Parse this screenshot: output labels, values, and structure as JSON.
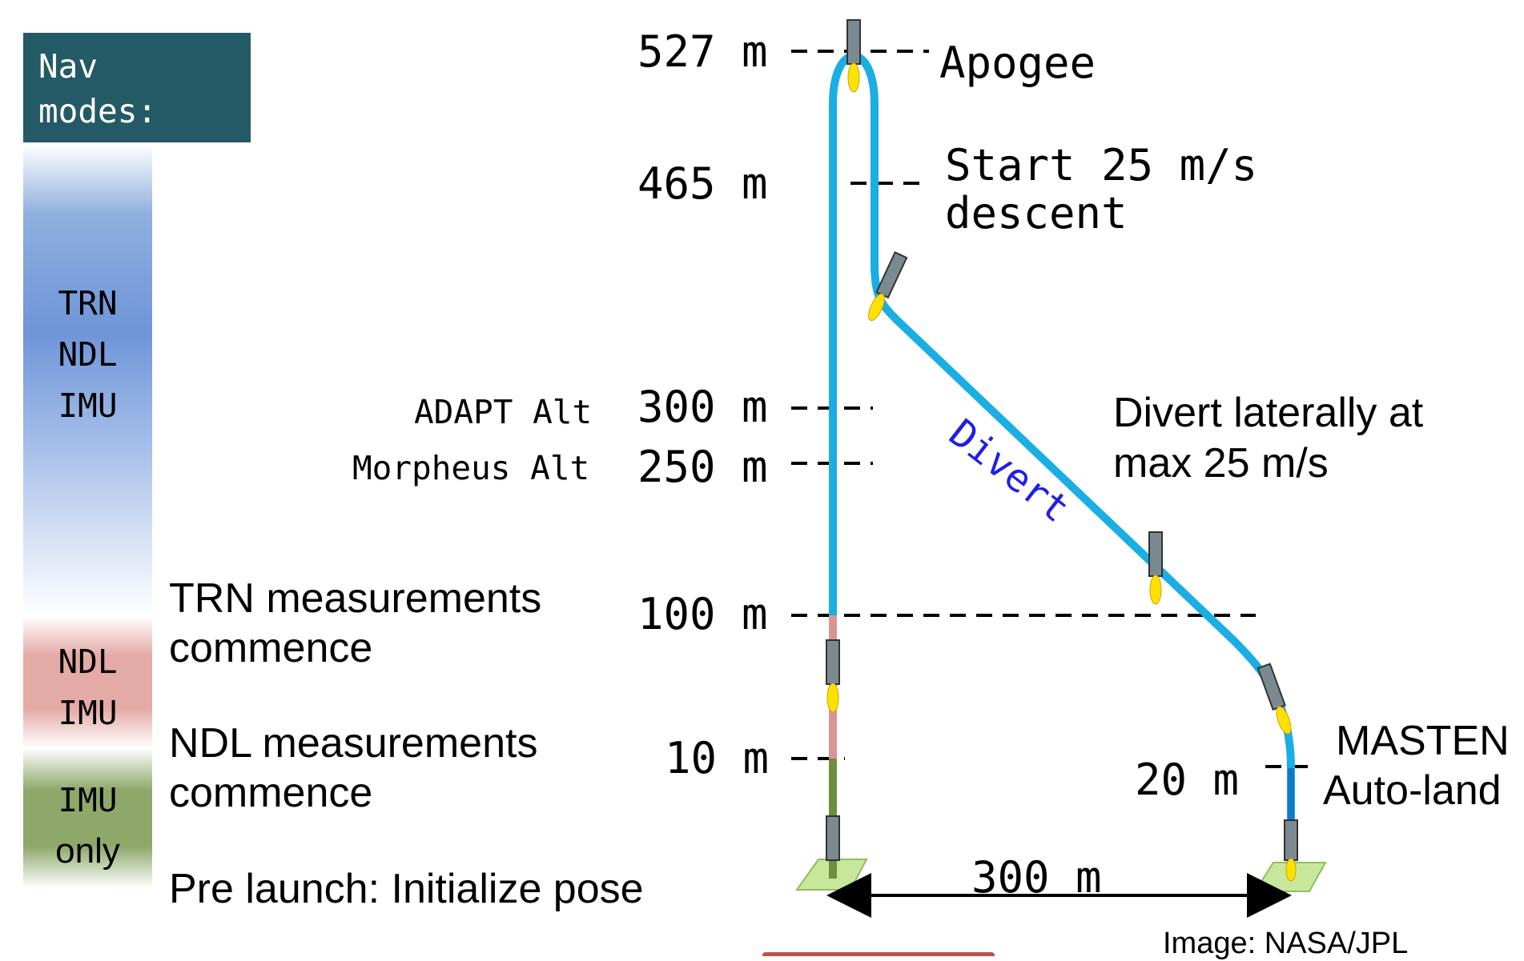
{
  "nav_modes": {
    "title_line1": "Nav",
    "title_line2": "modes:",
    "bands": [
      {
        "lines": [
          "TRN",
          "NDL",
          "IMU"
        ],
        "color": "#6f95d8"
      },
      {
        "lines": [
          "NDL",
          "IMU"
        ],
        "color": "#e4aaa6"
      },
      {
        "lines": [
          "IMU",
          "only"
        ],
        "color": "#8ea86a"
      }
    ]
  },
  "altitudes": {
    "apogee_value": "527 m",
    "descent_value": "465 m",
    "adapt_value": "300 m",
    "morpheus_value": "250 m",
    "trn_value": "100 m",
    "ndl_value": "10 m",
    "masten_value": "20 m"
  },
  "events": {
    "apogee": "Apogee",
    "descent_line1": "Start 25 m/s",
    "descent_line2": "descent",
    "adapt_alt": "ADAPT Alt",
    "morpheus_alt": "Morpheus Alt",
    "trn_line1": "TRN measurements",
    "trn_line2": "commence",
    "ndl_line1": "NDL measurements",
    "ndl_line2": "commence",
    "prelaunch": "Pre launch: Initialize pose",
    "divert_line1": "Divert laterally at",
    "divert_line2": "max 25 m/s",
    "divert_label": "Divert",
    "masten_line1": "MASTEN",
    "masten_line2": "Auto-land"
  },
  "distance_label": "300 m",
  "credit": "Image: NASA/JPL",
  "colors": {
    "trajectory": "#1aaee4",
    "trajectory_red": "#d99594",
    "trajectory_green": "#6e8d3e",
    "divert_text": "#1f1fe6",
    "pad": "#c9e79a",
    "navbox": "#245a66"
  }
}
